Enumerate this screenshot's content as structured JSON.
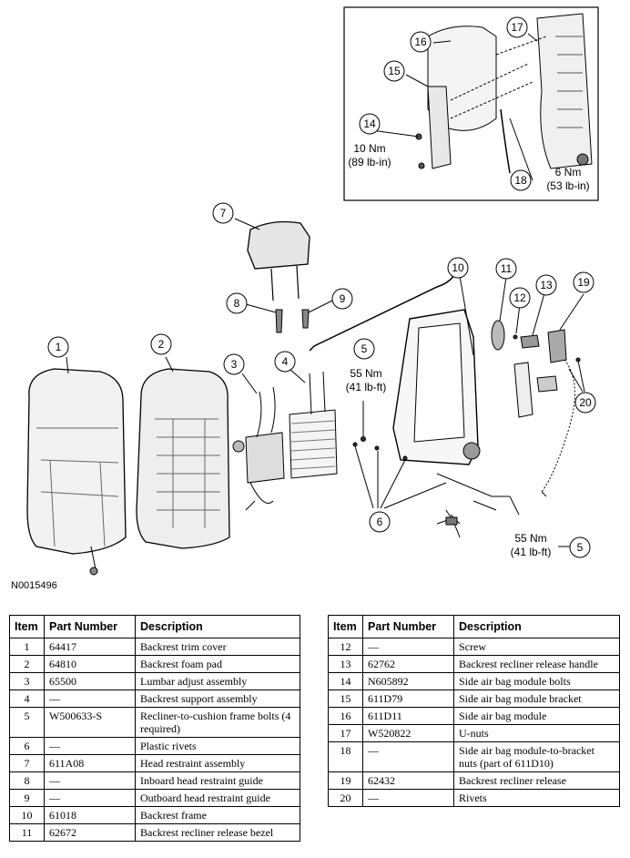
{
  "figure_id": "N0015496",
  "callouts": [
    {
      "n": "1"
    },
    {
      "n": "2"
    },
    {
      "n": "3"
    },
    {
      "n": "4"
    },
    {
      "n": "5"
    },
    {
      "n": "6"
    },
    {
      "n": "7"
    },
    {
      "n": "8"
    },
    {
      "n": "9"
    },
    {
      "n": "10"
    },
    {
      "n": "11"
    },
    {
      "n": "12"
    },
    {
      "n": "13"
    },
    {
      "n": "14"
    },
    {
      "n": "15"
    },
    {
      "n": "16"
    },
    {
      "n": "17"
    },
    {
      "n": "18"
    },
    {
      "n": "19"
    },
    {
      "n": "20"
    }
  ],
  "torque": {
    "t14_nm": "10 Nm",
    "t14_lbin": "(89 lb-in)",
    "t18_nm": "6 Nm",
    "t18_lbin": "(53 lb-in)",
    "t5a_nm": "55 Nm",
    "t5a_lbft": "(41 lb-ft)",
    "t5b_nm": "55 Nm",
    "t5b_lbft": "(41 lb-ft)"
  },
  "table_headers": {
    "item": "Item",
    "part": "Part Number",
    "desc": "Description"
  },
  "left_rows": [
    {
      "item": "1",
      "part": "64417",
      "desc": "Backrest trim cover"
    },
    {
      "item": "2",
      "part": "64810",
      "desc": "Backrest foam pad"
    },
    {
      "item": "3",
      "part": "65500",
      "desc": "Lumbar adjust assembly"
    },
    {
      "item": "4",
      "part": "—",
      "desc": "Backrest support assembly"
    },
    {
      "item": "5",
      "part": "W500633-S",
      "desc": "Recliner-to-cushion frame bolts (4 required)"
    },
    {
      "item": "6",
      "part": "—",
      "desc": "Plastic rivets"
    },
    {
      "item": "7",
      "part": "611A08",
      "desc": "Head restraint assembly"
    },
    {
      "item": "8",
      "part": "—",
      "desc": "Inboard head restraint guide"
    },
    {
      "item": "9",
      "part": "—",
      "desc": "Outboard head restraint guide"
    },
    {
      "item": "10",
      "part": "61018",
      "desc": "Backrest frame"
    },
    {
      "item": "11",
      "part": "62672",
      "desc": "Backrest recliner release bezel"
    }
  ],
  "right_rows": [
    {
      "item": "12",
      "part": "—",
      "desc": "Screw"
    },
    {
      "item": "13",
      "part": "62762",
      "desc": "Backrest recliner release handle"
    },
    {
      "item": "14",
      "part": "N605892",
      "desc": "Side air bag module bolts"
    },
    {
      "item": "15",
      "part": "611D79",
      "desc": "Side air bag module bracket"
    },
    {
      "item": "16",
      "part": "611D11",
      "desc": "Side air bag module"
    },
    {
      "item": "17",
      "part": "W520822",
      "desc": "U-nuts"
    },
    {
      "item": "18",
      "part": "—",
      "desc": "Side air bag module-to-bracket nuts (part of 611D10)"
    },
    {
      "item": "19",
      "part": "62432",
      "desc": "Backrest recliner release"
    },
    {
      "item": "20",
      "part": "—",
      "desc": "Rivets"
    }
  ]
}
